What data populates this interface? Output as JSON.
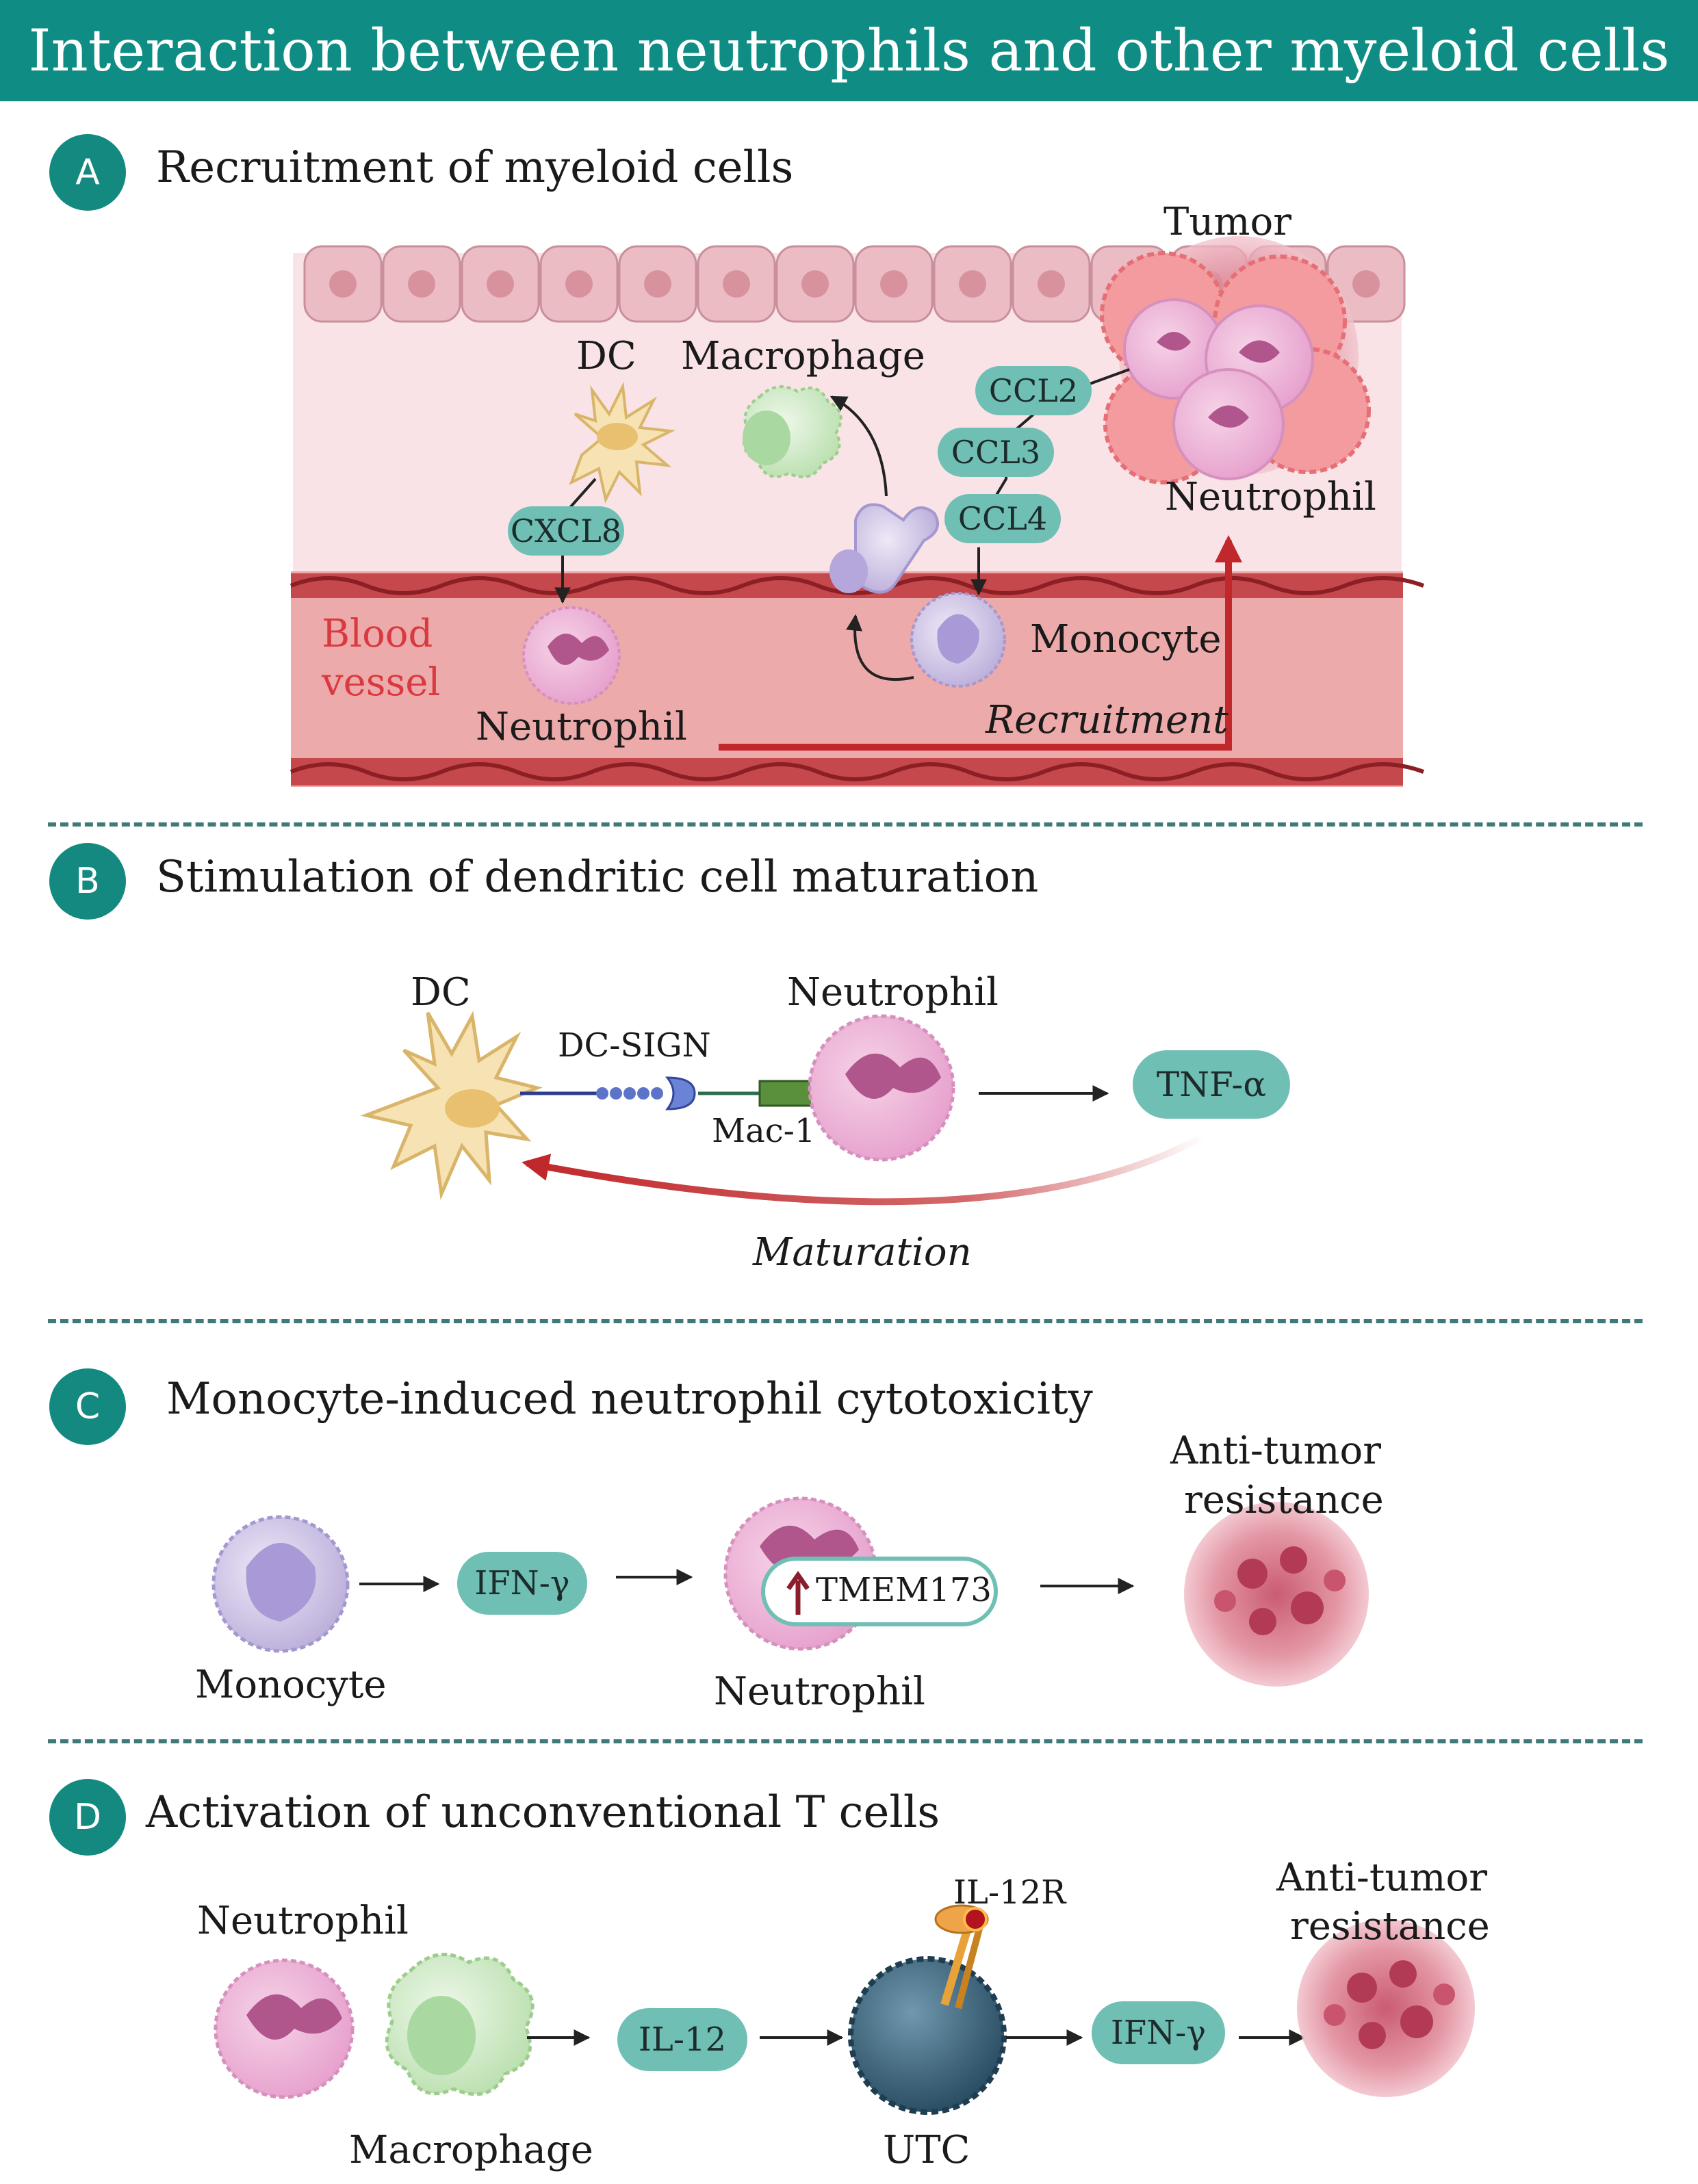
{
  "title": "Interaction between neutrophils and other myeloid cells",
  "sections": [
    {
      "badge": "A",
      "heading": "Recruitment of myeloid cells",
      "labels": {
        "tumor": "Tumor",
        "dc": "DC",
        "macrophage": "Macrophage",
        "neutrophil_tumor": "Neutrophil",
        "blood_vessel_line1": "Blood",
        "blood_vessel_line2": "vessel",
        "neutrophil_vessel": "Neutrophil",
        "monocyte": "Monocyte",
        "recruitment": "Recruitment"
      },
      "chemokines": [
        "CXCL8",
        "CCL2",
        "CCL3",
        "CCL4"
      ]
    },
    {
      "badge": "B",
      "heading": "Stimulation of dendritic cell maturation",
      "labels": {
        "dc": "DC",
        "neutrophil": "Neutrophil",
        "dc_sign": "DC-SIGN",
        "mac1": "Mac-1",
        "maturation": "Maturation"
      },
      "cytokine": "TNF-α"
    },
    {
      "badge": "C",
      "heading": "Monocyte-induced neutrophil cytotoxicity",
      "labels": {
        "monocyte": "Monocyte",
        "neutrophil": "Neutrophil",
        "anti_tumor_line1": "Anti-tumor",
        "anti_tumor_line2": "resistance"
      },
      "cytokine": "IFN-γ",
      "marker": "TMEM173"
    },
    {
      "badge": "D",
      "heading": "Activation of unconventional T cells",
      "labels": {
        "neutrophil": "Neutrophil",
        "macrophage": "Macrophage",
        "il12r": "IL-12R",
        "utc": "UTC",
        "anti_tumor_line1": "Anti-tumor",
        "anti_tumor_line2": "resistance"
      },
      "cytokines": [
        "IL-12",
        "IFN-γ"
      ]
    }
  ],
  "colors": {
    "title_bar": "#0f8d85",
    "badge": "#14897f",
    "pill": "#6fbfb4",
    "vessel": "#edaaaa",
    "recruitment_arrow": "#c0282b",
    "neutrophil": "#ecb4d6",
    "macrophage": "#cfe9c7",
    "monocyte": "#c9bfe2",
    "dc": "#f6e2b2",
    "utc": "#2f5870"
  }
}
